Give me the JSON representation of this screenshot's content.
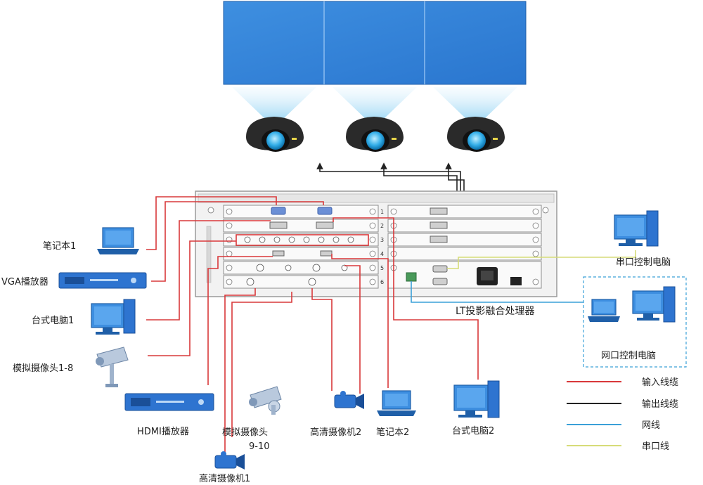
{
  "processor": {
    "label": "LT投影融合处理器"
  },
  "slot_numbers": [
    "1",
    "2",
    "3",
    "4",
    "5",
    "6"
  ],
  "devices": {
    "laptop1": "笔记本1",
    "vga_player": "VGA播放器",
    "desktop1": "台式电脑1",
    "analog_cam_1_8": "模拟摄像头1-8",
    "hdmi_player": "HDMI播放器",
    "analog_cam_9_10_line1": "模拟摄像头",
    "analog_cam_9_10_line2": "9-10",
    "hd_cam1": "高清摄像机1",
    "hd_cam2": "高清摄像机2",
    "laptop2": "笔记本2",
    "desktop2": "台式电脑2",
    "serial_pc": "串口控制电脑",
    "network_pc": "网口控制电脑"
  },
  "legend": [
    {
      "label": "输入线缆",
      "color": "#d9383a"
    },
    {
      "label": "输出线缆",
      "color": "#222222"
    },
    {
      "label": "网线",
      "color": "#3aa0d8"
    },
    {
      "label": "串口线",
      "color": "#d6dc78"
    }
  ]
}
